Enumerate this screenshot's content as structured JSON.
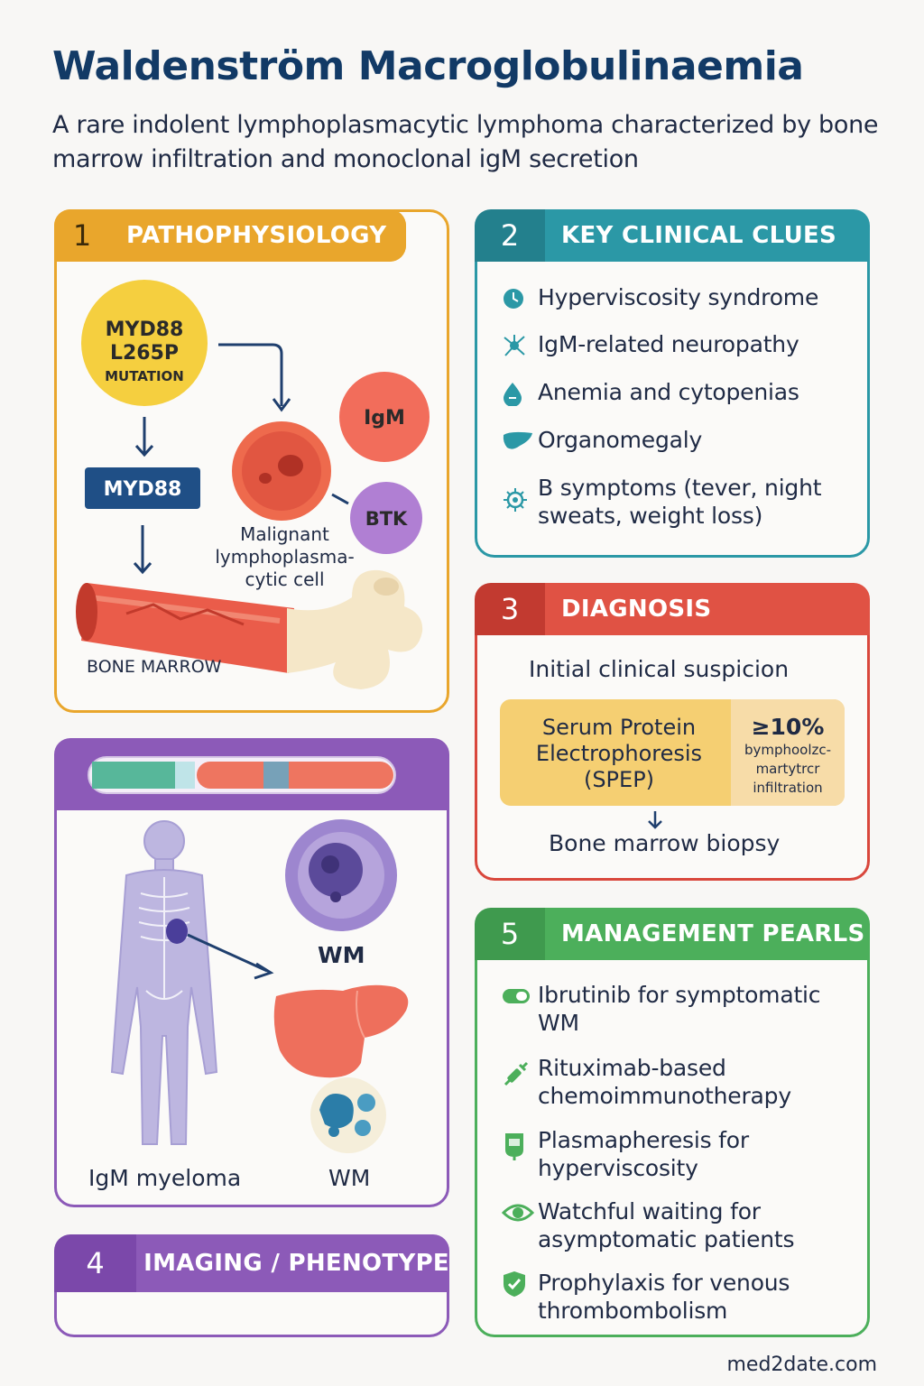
{
  "header": {
    "title": "Waldenström Macroglobulinaemia",
    "subtitle": "A rare indolent lymphoplasmacytic lymphoma characterized by bone marrow infiltration and monoclonal igM secretion"
  },
  "colors": {
    "patho": "#e9a62c",
    "clues": "#2b98a6",
    "diagnosis": "#d9473c",
    "imaging": "#8c5ab8",
    "management": "#4caf5b",
    "navy": "#1f3f6e"
  },
  "patho": {
    "number": "1",
    "title": "PATHOPHYSIOLOGY",
    "mutation": {
      "line1": "MYD88",
      "line2": "L265P",
      "line3": "MUTATION"
    },
    "myd88_box": "MYD88",
    "igm": "IgM",
    "btk": "BTK",
    "cell_label": "Malignant lymphoplasma-cytic cell",
    "bone_label": "BONE MARROW"
  },
  "clues": {
    "number": "2",
    "title": "KEY CLINICAL CLUES",
    "items": [
      {
        "icon": "clock-icon",
        "text": "Hyperviscosity syndrome"
      },
      {
        "icon": "nerve-icon",
        "text": "IgM-related neuropathy"
      },
      {
        "icon": "drop-icon",
        "text": "Anemia and cytopenias"
      },
      {
        "icon": "liver-icon",
        "text": "Organomegaly"
      },
      {
        "icon": "virus-icon",
        "text": "B symptoms (tever, night sweats, weight loss)"
      }
    ]
  },
  "diagnosis": {
    "number": "3",
    "title": "DIAGNOSIS",
    "step1": "Initial clinical suspicion",
    "spep": "Serum Protein Electrophoresis (SPEP)",
    "threshold": "≥10%",
    "threshold_detail": "bymphoolzc-martytrcr infiltration",
    "step3": "Bone marrow biopsy"
  },
  "imaging": {
    "number": "4",
    "title": "IMAGING / PHENOTYPE",
    "wm_label_top": "WM",
    "igm_myeloma": "IgM myeloma",
    "wm_label_bottom": "WM"
  },
  "management": {
    "number": "5",
    "title": "MANAGEMENT PEARLS",
    "items": [
      {
        "icon": "pill-icon",
        "text": "Ibrutinib for symptomatic WM"
      },
      {
        "icon": "syringe-icon",
        "text": "Rituximab-based chemoimmunotherapy"
      },
      {
        "icon": "iv-bag-icon",
        "text": "Plasmapheresis for hyperviscosity"
      },
      {
        "icon": "eye-icon",
        "text": "Watchful waiting for asymptomatic patients"
      },
      {
        "icon": "shield-icon",
        "text": "Prophylaxis for venous thrombombolism"
      }
    ]
  },
  "footer": {
    "site": "med2date.com"
  }
}
